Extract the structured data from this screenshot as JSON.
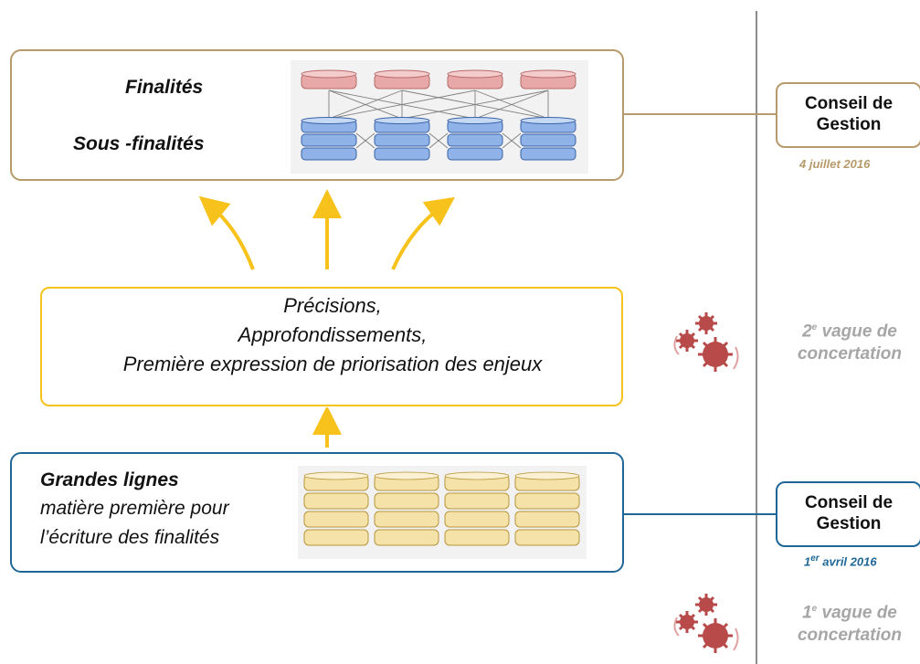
{
  "finalites_box": {
    "label_finalites": "Finalités",
    "label_sous_finalites": "Sous -finalités"
  },
  "precisions_box": {
    "line1": "Précisions,",
    "line2": "Approfondissements,",
    "line3": "Première expression de priorisation des enjeux"
  },
  "grandes_lignes_box": {
    "title": "Grandes lignes",
    "line1": "matière première pour",
    "line2": "l’écriture des finalités"
  },
  "conseil_top": {
    "line1": "Conseil de",
    "line2": "Gestion",
    "date": "4 juillet 2016"
  },
  "conseil_bottom": {
    "line1": "Conseil de",
    "line2": "Gestion",
    "date_num": "1",
    "date_sup": "er",
    "date_rest": " avril 2016"
  },
  "vague2": {
    "num": "2",
    "sup": "e",
    "rest": " vague de",
    "line2": "concertation"
  },
  "vague1": {
    "num": "1",
    "sup": "e",
    "rest": " vague de",
    "line2": "concertation"
  },
  "colors": {
    "gold": "#b79a6a",
    "yellow": "#f6c21b",
    "blue": "#1f6796",
    "red_disk": "#e8a8a8",
    "blue_disk": "#8fb3e8",
    "cream_disk": "#f5e2a8",
    "virus": "#b84a4a",
    "timeline": "#8c8c8c"
  }
}
